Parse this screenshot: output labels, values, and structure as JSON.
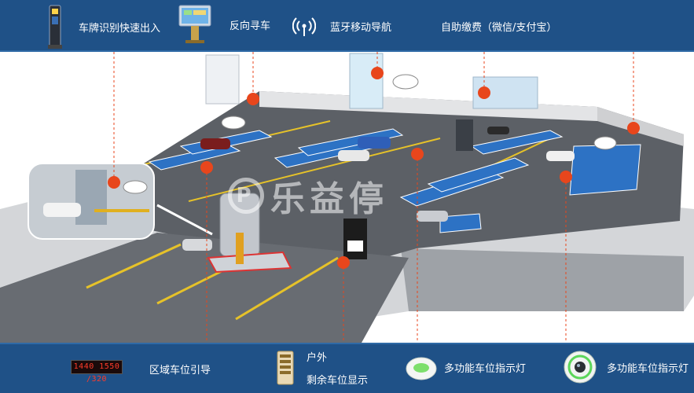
{
  "top_features": [
    {
      "label": "车牌识别快速出入",
      "icon": "camera-pillar-icon"
    },
    {
      "label": "反向寻车",
      "icon": "kiosk-screen-icon"
    },
    {
      "label": "蓝牙移动导航",
      "icon": "bluetooth-signal-icon"
    },
    {
      "label": "自助缴费（微信/支付宝）",
      "icon": ""
    }
  ],
  "bottom_features": [
    {
      "label": "区域车位引导",
      "icon": "led-display-icon",
      "display_text": "1440 1550 /320"
    },
    {
      "label_line1": "户外",
      "label_line2": "剩余车位显示",
      "icon": "outdoor-sign-icon"
    },
    {
      "label": "多功能车位指示灯",
      "icon": "ceiling-indicator-icon"
    },
    {
      "label": "多功能车位指示灯",
      "icon": "camera-indicator-icon"
    }
  ],
  "watermark": {
    "text": "乐益停"
  },
  "colors": {
    "bar": "#1f5187",
    "marker": "#e8461c",
    "floor": "#5c6066",
    "space": "#2d72c4",
    "lane_line": "#e6c229"
  }
}
